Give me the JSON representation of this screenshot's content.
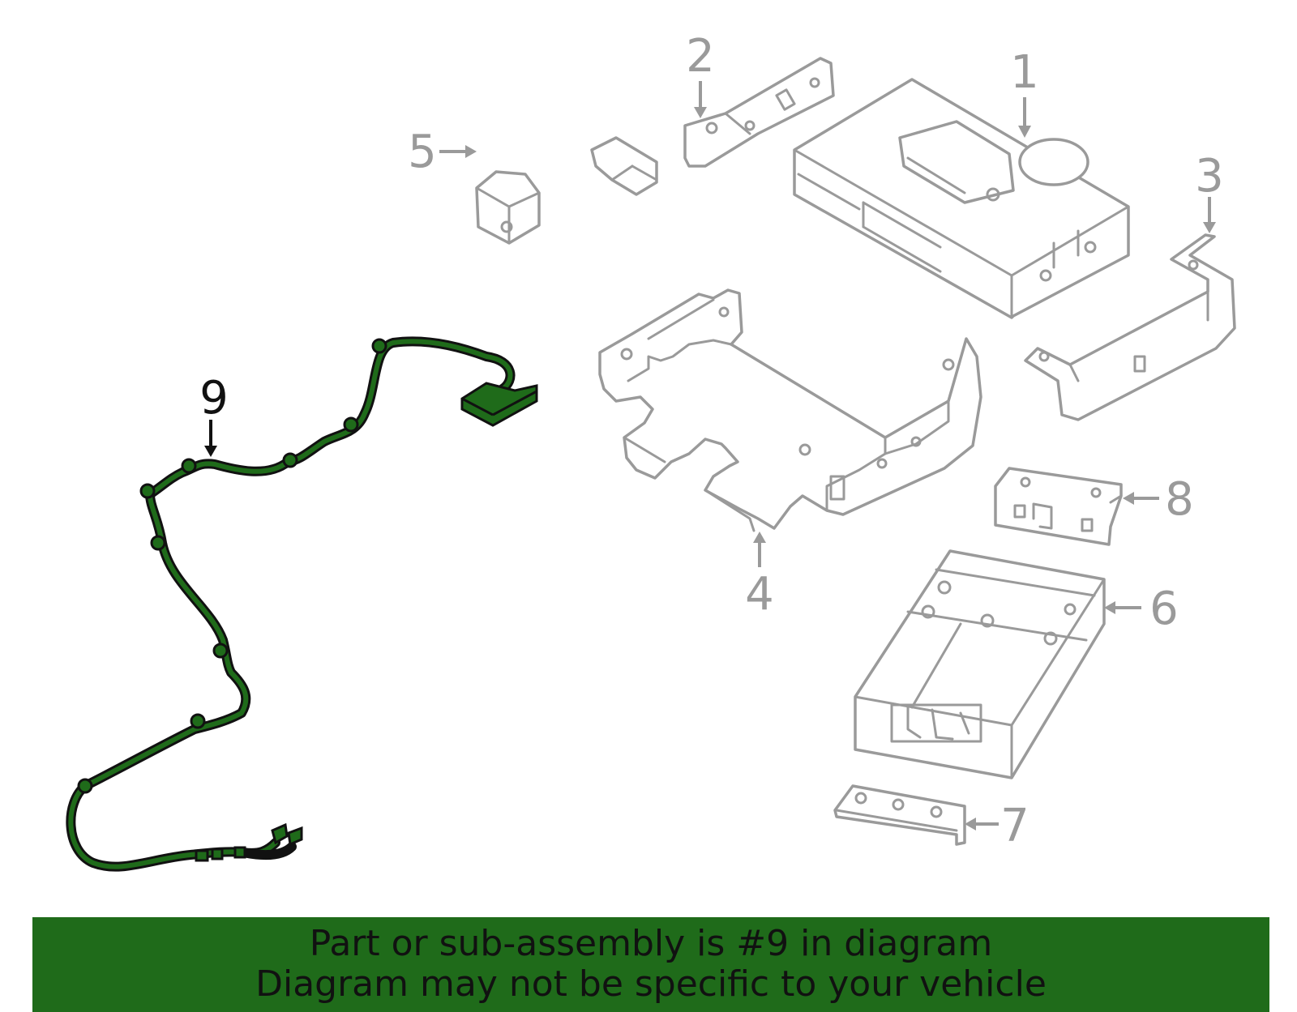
{
  "callouts": [
    {
      "id": "1",
      "label": "1",
      "highlight": false
    },
    {
      "id": "2",
      "label": "2",
      "highlight": false
    },
    {
      "id": "3",
      "label": "3",
      "highlight": false
    },
    {
      "id": "4",
      "label": "4",
      "highlight": false
    },
    {
      "id": "5",
      "label": "5",
      "highlight": false
    },
    {
      "id": "6",
      "label": "6",
      "highlight": false
    },
    {
      "id": "7",
      "label": "7",
      "highlight": false
    },
    {
      "id": "8",
      "label": "8",
      "highlight": false
    },
    {
      "id": "9",
      "label": "9",
      "highlight": true
    }
  ],
  "colors": {
    "highlight_part": "#1f6b1a",
    "outline_gray": "#9a9a9a",
    "banner_bg": "#1f6b1a",
    "banner_text": "#111111"
  },
  "banner": {
    "line1": "Part or sub-assembly is #9 in diagram",
    "line2": "Diagram may not be specific to your vehicle"
  }
}
